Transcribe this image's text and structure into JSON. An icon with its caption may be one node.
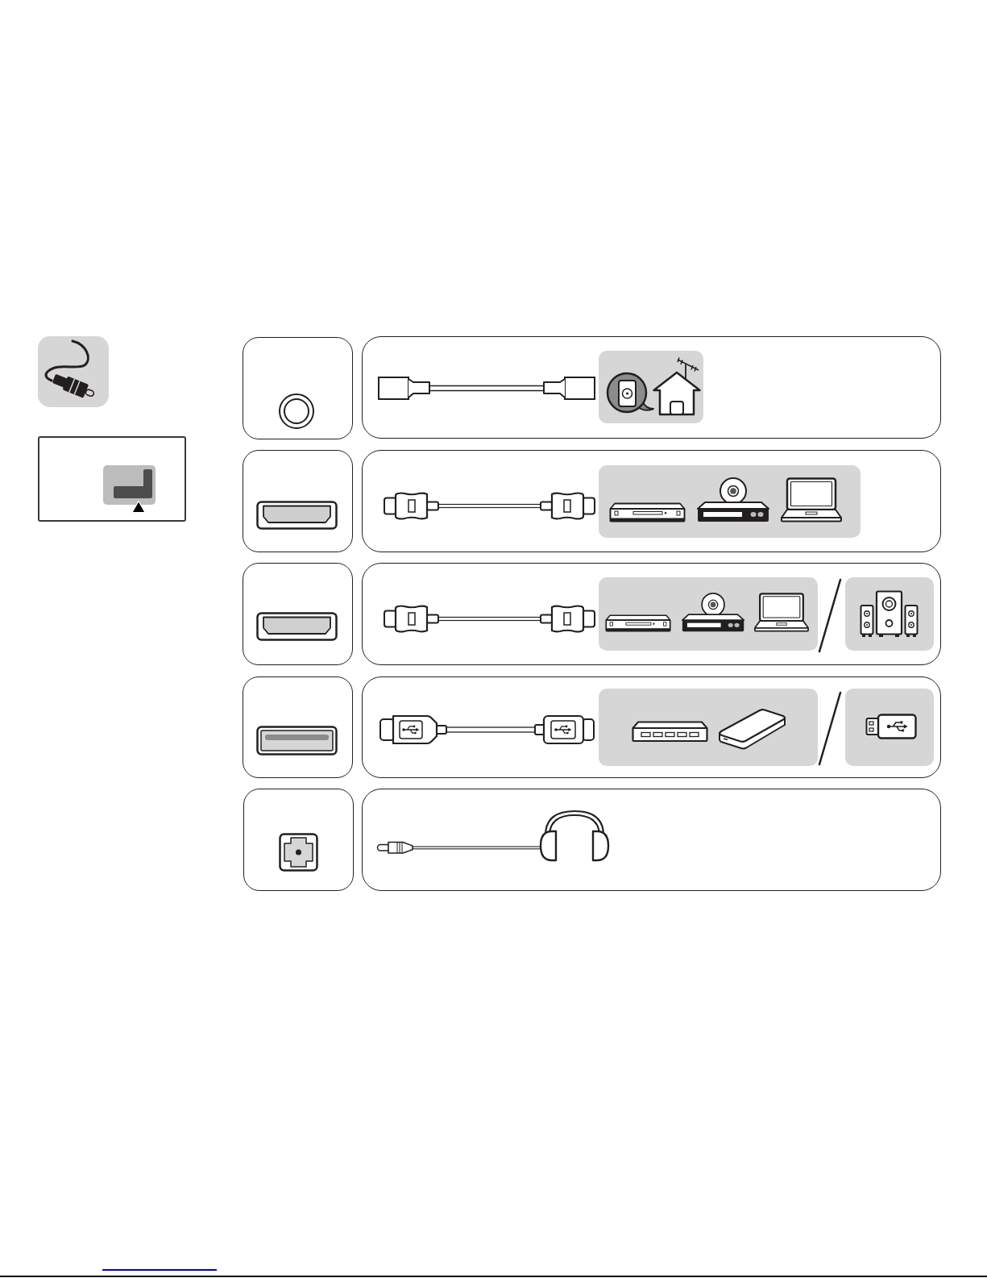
{
  "diagram": {
    "nodes": [
      {
        "text": [],
        "shape": "box"
      },
      {
        "text": [],
        "shape": "box"
      },
      {
        "text": [],
        "shape": "box"
      },
      {
        "text": [],
        "shape": "box",
        "in": 2
      },
      {
        "text": [],
        "shape": "box"
      },
      {
        "text": [],
        "shape": "box"
      },
      {
        "text": [],
        "shape": "box",
        "in": 5
      },
      {
        "text": [],
        "shape": "box"
      },
      {
        "text": [],
        "shape": "box"
      },
      {
        "text": [],
        "shape": "box",
        "in": 8
      },
      {
        "text": [],
        "shape": "box",
        "in": 8
      },
      {
        "text": [],
        "shape": "box"
      },
      {
        "text": [],
        "shape": "box"
      },
      {
        "text": [],
        "shape": "box",
        "in": 12
      },
      {
        "text": [],
        "shape": "box",
        "in": 12
      },
      {
        "text": [],
        "shape": "box"
      },
      {
        "text": [],
        "shape": "box"
      }
    ]
  }
}
